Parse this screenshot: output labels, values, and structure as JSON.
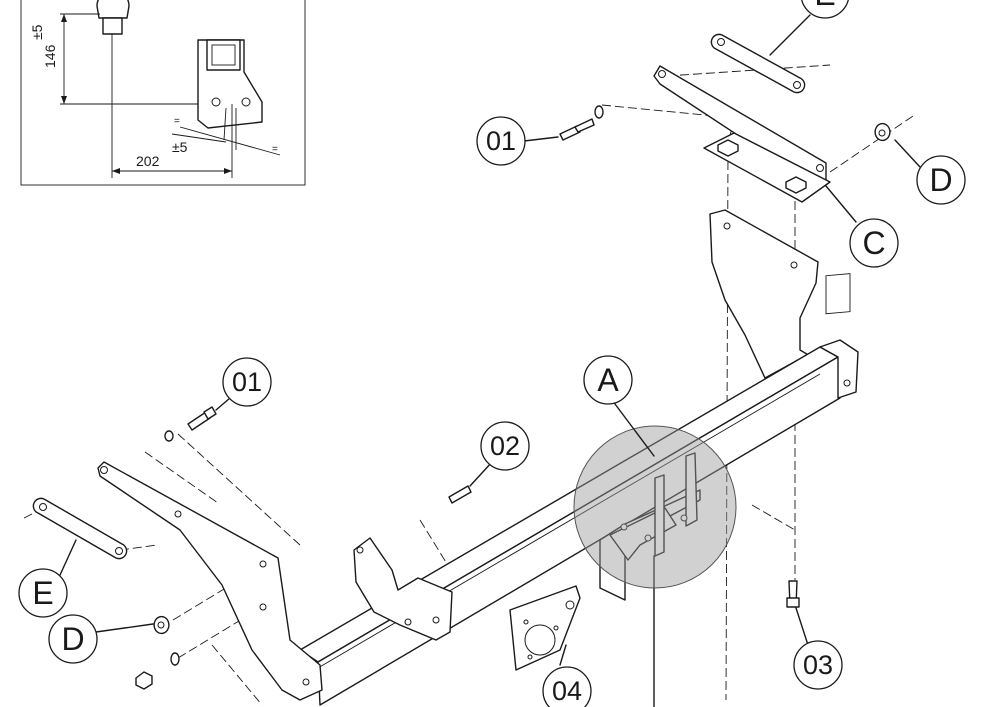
{
  "inset": {
    "dim_vertical": "146",
    "dim_vertical_tol": "±5",
    "dim_horizontal": "202",
    "dim_angle_tol": "±5",
    "eq_mark": "="
  },
  "callouts": {
    "bolt_01_top": "01",
    "bolt_01_left": "01",
    "bolt_02": "02",
    "bolt_03": "03",
    "socket_04": "04",
    "hitch_A": "A",
    "plate_C": "C",
    "nut_D_right": "D",
    "nut_D_left": "D",
    "bar_E_top": "E",
    "bar_E_left": "E"
  }
}
